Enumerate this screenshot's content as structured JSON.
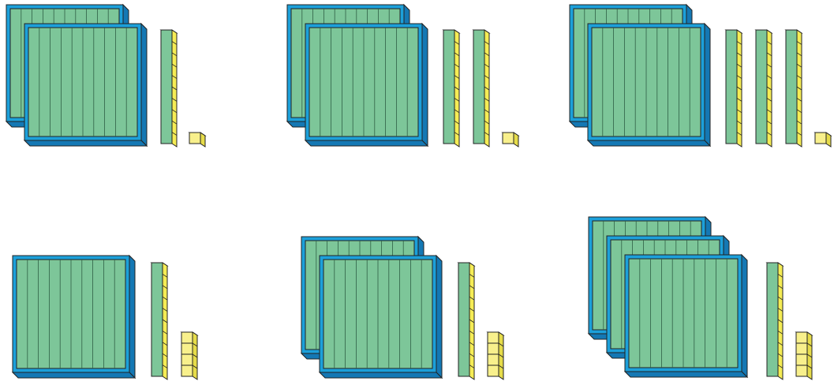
{
  "colors": {
    "flat_face": "#7DC699",
    "flat_frame": "#1CA0DA",
    "flat_frame_dark": "#1478B4",
    "rod_face": "#7DC699",
    "rod_side": "#F5EC55",
    "unit_face": "#F8F08C",
    "unit_side": "#E6DC4A",
    "outline": "#222222"
  },
  "icons": {
    "flat": "hundred-flat-icon",
    "rod": "ten-rod-icon",
    "unit": "one-cube-icon"
  },
  "groups": [
    {
      "id": "group-1",
      "flats": 2,
      "rods": 1,
      "units": 1
    },
    {
      "id": "group-2",
      "flats": 2,
      "rods": 2,
      "units": 1
    },
    {
      "id": "group-3",
      "flats": 2,
      "rods": 3,
      "units": 1
    },
    {
      "id": "group-4",
      "flats": 1,
      "rods": 1,
      "units": 4
    },
    {
      "id": "group-5",
      "flats": 2,
      "rods": 1,
      "units": 4
    },
    {
      "id": "group-6",
      "flats": 3,
      "rods": 1,
      "units": 4
    }
  ]
}
